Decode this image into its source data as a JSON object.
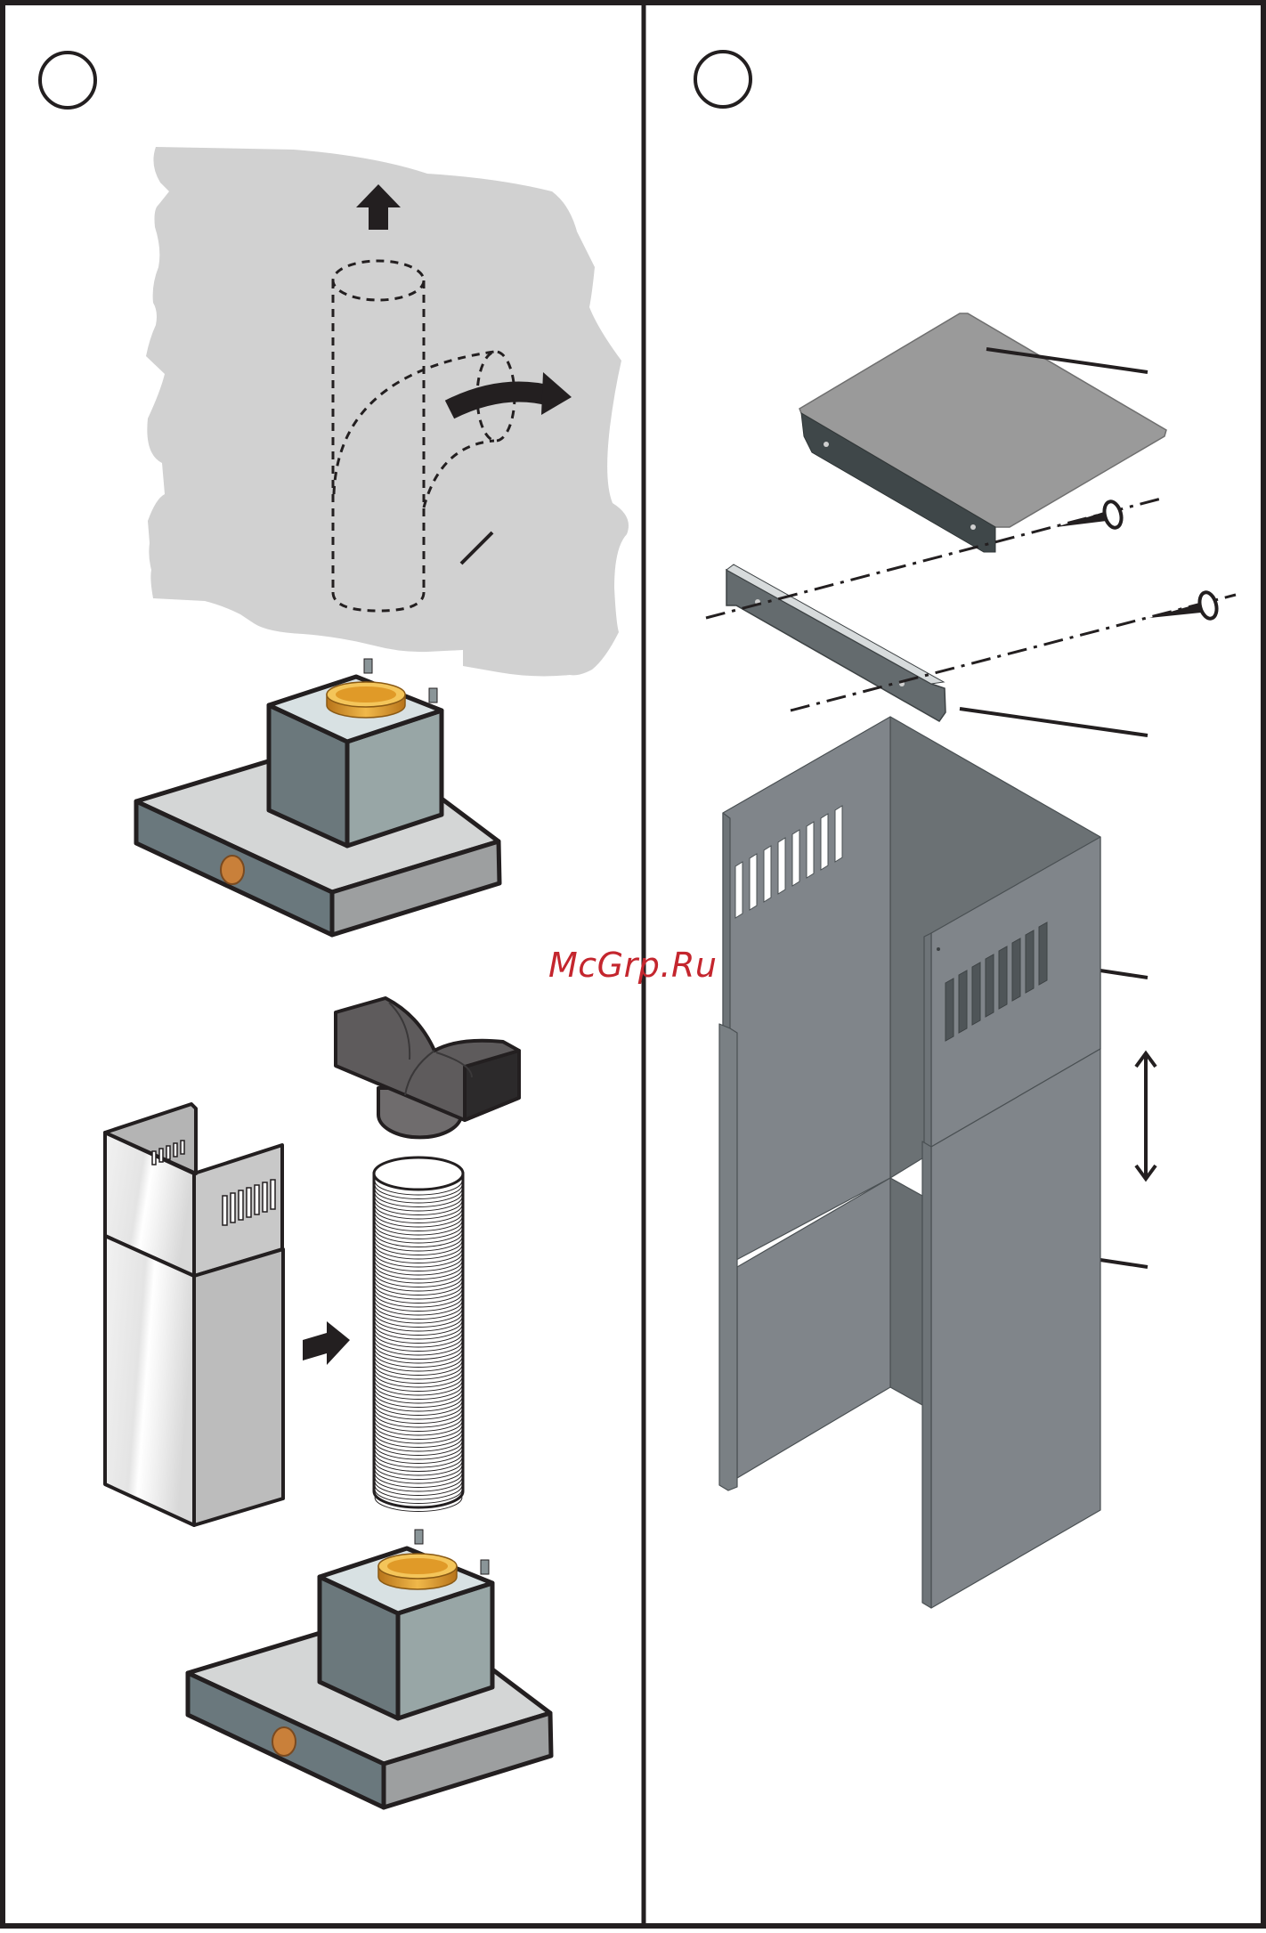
{
  "watermark": {
    "text": "McGrp.Ru"
  },
  "colors": {
    "frame": "#231f20",
    "wall": "#d1d1d1",
    "hood_top": "#d4d6d6",
    "hood_front": "#6a787d",
    "hood_side": "#9d9fa0",
    "motor_left": "#6b787c",
    "motor_right": "#98a6a6",
    "motor_top": "#d8e1e3",
    "collar": "#e8a42a",
    "knob": "#c9803a",
    "cover_light": "#e6e6e6",
    "cover_mid": "#c0c0c0",
    "adapter": "#5e5b5c",
    "panel_dark": "#5e666a",
    "panel_mid": "#80858a",
    "panel_side": "#6b7174"
  },
  "panels": {
    "left": {
      "step_badge": "empty-circle",
      "illustrations": [
        "wall-with-hidden-ducting",
        "range-hood-base",
        "chimney-cover-pair",
        "duct-adapter",
        "flexible-duct",
        "range-hood-base-lower"
      ]
    },
    "right": {
      "step_badge": "empty-circle",
      "illustrations": [
        "top-plate",
        "mounting-bracket",
        "screws",
        "upper-chimney",
        "lower-chimney",
        "height-adjust-arrow"
      ]
    }
  },
  "icons": [
    "up-arrow-icon",
    "curved-arrow-icon",
    "right-arrow-icon",
    "double-arrow-icon",
    "screw-icon"
  ]
}
